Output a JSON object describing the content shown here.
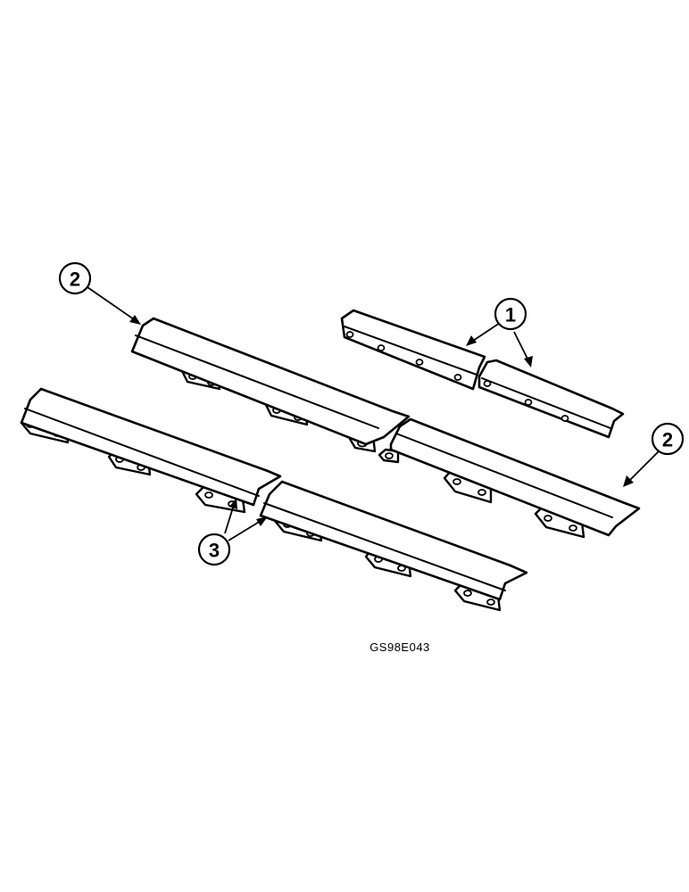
{
  "callouts": {
    "c1": "1",
    "c2_left": "2",
    "c2_right": "2",
    "c3": "3"
  },
  "figure_code": "GS98E043",
  "parts": [
    {
      "callout": "1",
      "description": "short angle strips (pair)"
    },
    {
      "callout": "2",
      "description": "long angle strips with mounting tabs"
    },
    {
      "callout": "3",
      "description": "long angle strips with mounting tabs"
    }
  ]
}
